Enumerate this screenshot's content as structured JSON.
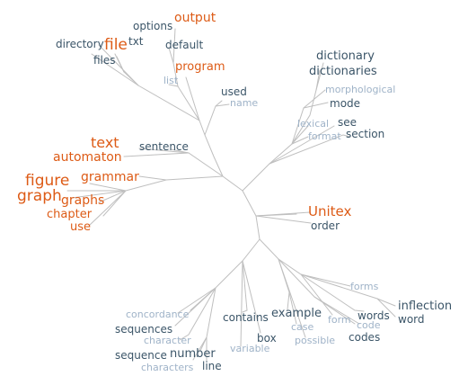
{
  "colors": {
    "accent": "#dd5b16",
    "dark": "#3b5568",
    "light": "#9fb3c8",
    "edge": "#bfbfbf"
  },
  "words": [
    {
      "text": "output",
      "tone": "accent"
    },
    {
      "text": "options",
      "tone": "dark"
    },
    {
      "text": "file",
      "tone": "accent"
    },
    {
      "text": "txt",
      "tone": "dark"
    },
    {
      "text": "directory",
      "tone": "dark"
    },
    {
      "text": "default",
      "tone": "dark"
    },
    {
      "text": "files",
      "tone": "dark"
    },
    {
      "text": "program",
      "tone": "accent"
    },
    {
      "text": "list",
      "tone": "light"
    },
    {
      "text": "used",
      "tone": "dark"
    },
    {
      "text": "name",
      "tone": "light"
    },
    {
      "text": "dictionary",
      "tone": "dark"
    },
    {
      "text": "dictionaries",
      "tone": "dark"
    },
    {
      "text": "morphological",
      "tone": "light"
    },
    {
      "text": "mode",
      "tone": "dark"
    },
    {
      "text": "lexical",
      "tone": "light"
    },
    {
      "text": "see",
      "tone": "dark"
    },
    {
      "text": "format",
      "tone": "light"
    },
    {
      "text": "section",
      "tone": "dark"
    },
    {
      "text": "text",
      "tone": "accent"
    },
    {
      "text": "sentence",
      "tone": "dark"
    },
    {
      "text": "automaton",
      "tone": "accent"
    },
    {
      "text": "grammar",
      "tone": "accent"
    },
    {
      "text": "figure",
      "tone": "accent"
    },
    {
      "text": "graph",
      "tone": "accent"
    },
    {
      "text": "graphs",
      "tone": "accent"
    },
    {
      "text": "chapter",
      "tone": "accent"
    },
    {
      "text": "use",
      "tone": "accent"
    },
    {
      "text": "Unitex",
      "tone": "accent"
    },
    {
      "text": "order",
      "tone": "dark"
    },
    {
      "text": "forms",
      "tone": "light"
    },
    {
      "text": "inflection",
      "tone": "dark"
    },
    {
      "text": "concordance",
      "tone": "light"
    },
    {
      "text": "contains",
      "tone": "dark"
    },
    {
      "text": "example",
      "tone": "dark"
    },
    {
      "text": "form",
      "tone": "light"
    },
    {
      "text": "words",
      "tone": "dark"
    },
    {
      "text": "word",
      "tone": "dark"
    },
    {
      "text": "sequences",
      "tone": "dark"
    },
    {
      "text": "case",
      "tone": "light"
    },
    {
      "text": "code",
      "tone": "light"
    },
    {
      "text": "character",
      "tone": "light"
    },
    {
      "text": "box",
      "tone": "dark"
    },
    {
      "text": "possible",
      "tone": "light"
    },
    {
      "text": "codes",
      "tone": "dark"
    },
    {
      "text": "variable",
      "tone": "light"
    },
    {
      "text": "sequence",
      "tone": "dark"
    },
    {
      "text": "number",
      "tone": "dark"
    },
    {
      "text": "characters",
      "tone": "light"
    },
    {
      "text": "line",
      "tone": "dark"
    }
  ]
}
